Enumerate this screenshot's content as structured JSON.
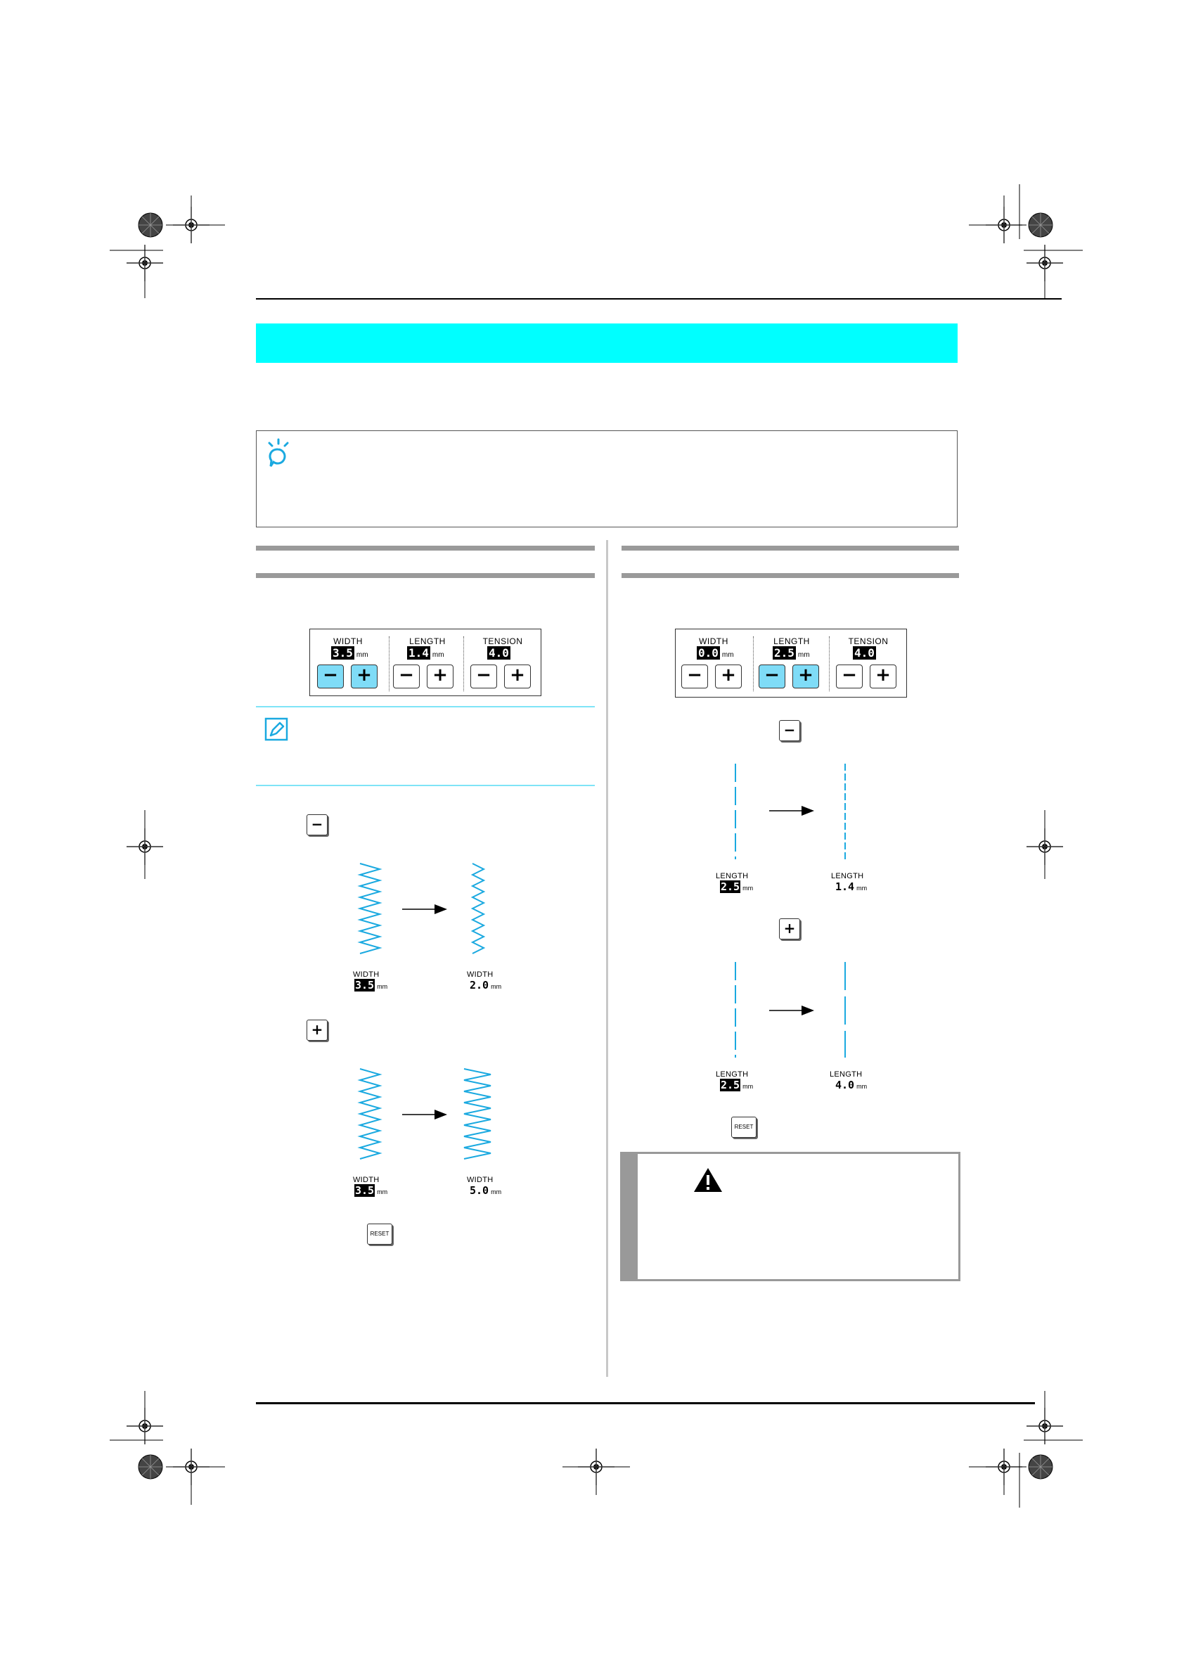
{
  "section_banner": "",
  "width_panel": {
    "width_label": "WIDTH",
    "width_value": "3.5",
    "width_unit": "mm",
    "length_label": "LENGTH",
    "length_value": "1.4",
    "length_unit": "mm",
    "tension_label": "TENSION",
    "tension_value": "4.0",
    "minus": "−",
    "plus": "+"
  },
  "length_panel": {
    "width_label": "WIDTH",
    "width_value": "0.0",
    "width_unit": "mm",
    "length_label": "LENGTH",
    "length_value": "2.5",
    "length_unit": "mm",
    "tension_label": "TENSION",
    "tension_value": "4.0",
    "minus": "−",
    "plus": "+"
  },
  "keys": {
    "minus": "−",
    "plus": "+",
    "reset": "RESET"
  },
  "width_examples": {
    "narrower": {
      "before_label": "WIDTH",
      "before_value": "3.5",
      "after_label": "WIDTH",
      "after_value": "2.0",
      "unit": "mm"
    },
    "wider": {
      "before_label": "WIDTH",
      "before_value": "3.5",
      "after_label": "WIDTH",
      "after_value": "5.0",
      "unit": "mm"
    }
  },
  "length_examples": {
    "shorter": {
      "before_label": "LENGTH",
      "before_value": "2.5",
      "after_label": "LENGTH",
      "after_value": "1.4",
      "unit": "mm"
    },
    "longer": {
      "before_label": "LENGTH",
      "before_value": "2.5",
      "after_label": "LENGTH",
      "after_value": "4.0",
      "unit": "mm"
    }
  },
  "colors": {
    "accent": "#00ffff",
    "stitch": "#1aa9e0",
    "button_active": "#7fdcf7"
  },
  "icons": [
    "registration-mark-icon",
    "note-bulb-icon",
    "memo-pencil-icon",
    "caution-triangle-icon",
    "arrow-right-icon"
  ]
}
